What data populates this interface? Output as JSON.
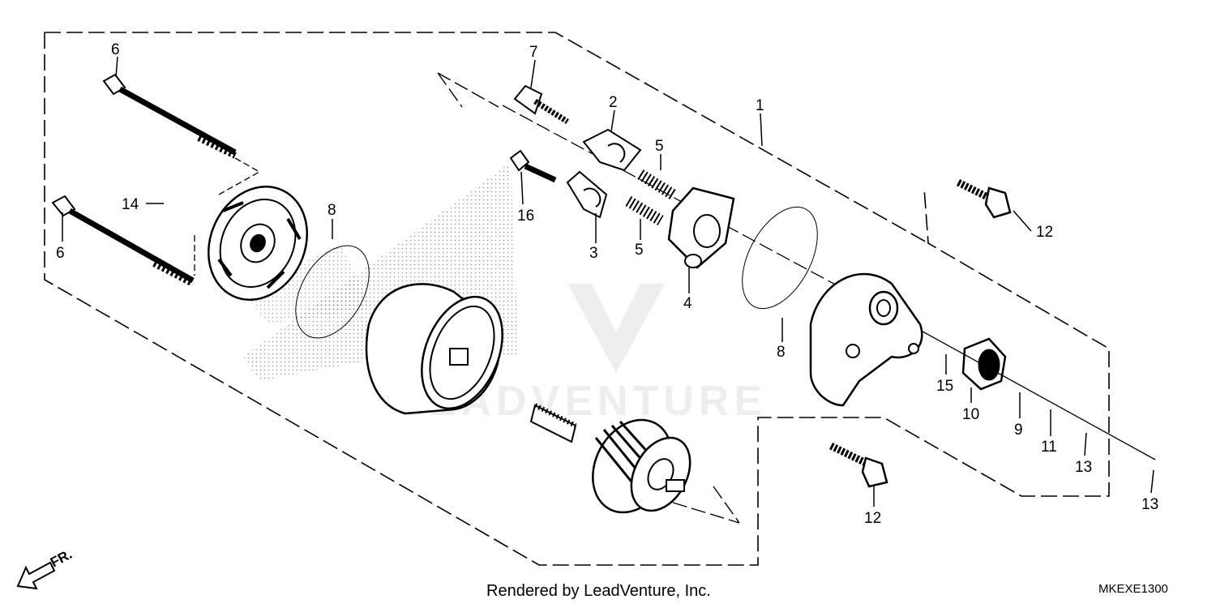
{
  "diagram": {
    "callouts": {
      "c1": "1",
      "c2": "2",
      "c3": "3",
      "c4": "4",
      "c5a": "5",
      "c5b": "5",
      "c6a": "6",
      "c6b": "6",
      "c7": "7",
      "c8a": "8",
      "c8b": "8",
      "c9": "9",
      "c10": "10",
      "c11": "11",
      "c12a": "12",
      "c12b": "12",
      "c13a": "13",
      "c13b": "13",
      "c14": "14",
      "c15": "15",
      "c16": "16"
    },
    "front_marker": "FR.",
    "watermark": "LEADVENTURE",
    "footer_credit": "Rendered by LeadVenture, Inc.",
    "diagram_code": "MKEXE1300"
  }
}
